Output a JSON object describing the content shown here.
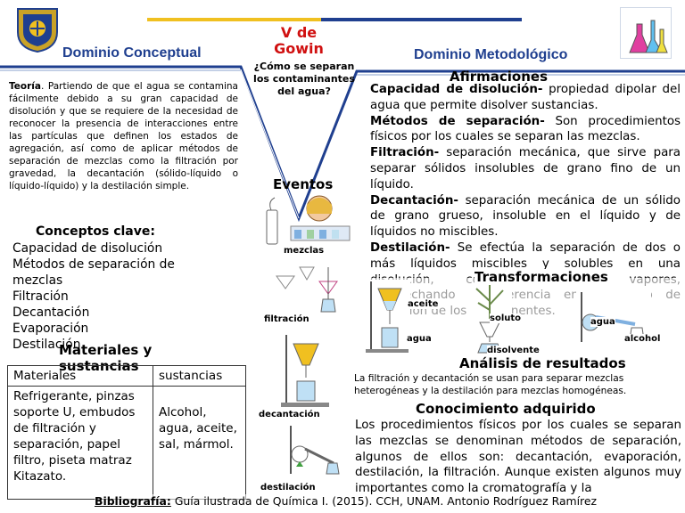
{
  "title": {
    "line1": "V de",
    "line2": "Gowin"
  },
  "question": "¿Cómo se separan los contaminantes del agua?",
  "left_header": "Dominio Conceptual",
  "right_header": "Dominio Metodológico",
  "theory": {
    "label": "Teoría",
    "text": ". Partiendo de que el agua se contamina fácilmente debido a su gran capacidad de disolución y que se requiere de la necesidad de reconocer la presencia de interacciones entre las partículas que definen los estados de agregación, así como de aplicar métodos de separación de mezclas como la filtración por gravedad, la decantación (sólido-líquido o líquido-líquido) y la destilación simple."
  },
  "key_concepts": {
    "title": "Conceptos clave:",
    "items": [
      "Capacidad de disolución",
      "Métodos de separación de mezclas",
      "Filtración",
      "Decantación",
      "Evaporación",
      "Destilación"
    ]
  },
  "materials": {
    "title": "Materiales y sustancias",
    "col1_header": "Materiales",
    "col2_header": "sustancias",
    "col1_text": "Refrigerante, pinzas soporte U, embudos de filtración y separación, papel filtro, piseta matraz Kitazato.",
    "col2_text": "Alcohol, agua, aceite, sal, mármol."
  },
  "events": {
    "title": "Eventos",
    "labels": [
      "mezclas",
      "filtración",
      "decantación",
      "destilación"
    ]
  },
  "affirmations": {
    "title": "Afirmaciones",
    "items": [
      {
        "term": "Capacidad de disolución-",
        "def": " propiedad dipolar del agua que permite disolver sustancias."
      },
      {
        "term": "Métodos de separación-",
        "def": " Son procedimientos físicos por los cuales se separan las mezclas."
      },
      {
        "term": "Filtración-",
        "def": " separación mecánica, que sirve para separar sólidos insolubles de grano fino de un líquido."
      },
      {
        "term": "Decantación-",
        "def": " separación mecánica de un sólido de grano grueso, insoluble en el líquido y de líquidos no miscibles."
      },
      {
        "term": "Destilación-",
        "def": " Se efectúa la separación de dos o más líquidos miscibles y solubles en una disolución, condensando sus vapores, aprovechando la diferencia en su punto de ebullición de los componentes."
      }
    ]
  },
  "transformations": {
    "title": "Transformaciones",
    "labels": [
      "aceite",
      "agua",
      "soluto",
      "disolvente",
      "agua",
      "alcohol"
    ]
  },
  "analysis": {
    "title": "Análisis de resultados",
    "text": "La filtración y decantación se usan para separar mezclas heterogéneas y la destilación para mezclas homogéneas."
  },
  "knowledge": {
    "title": "Conocimiento adquirido",
    "text": "Los procedimientos físicos por los cuales se separan las mezclas se denominan métodos de separación, algunos de ellos son: decantación, evaporación, destilación, la filtración. Aunque existen algunos muy importantes como la cromatografía y la"
  },
  "bibliography": {
    "label": "Bibliografía:",
    "text": " Guía ilustrada de Química I. (2015). CCH, UNAM. Antonio Rodríguez Ramírez"
  },
  "colors": {
    "navy": "#1f3f8f",
    "red": "#d01010",
    "gold": "#f0c020",
    "banner_red": "#b01020"
  }
}
